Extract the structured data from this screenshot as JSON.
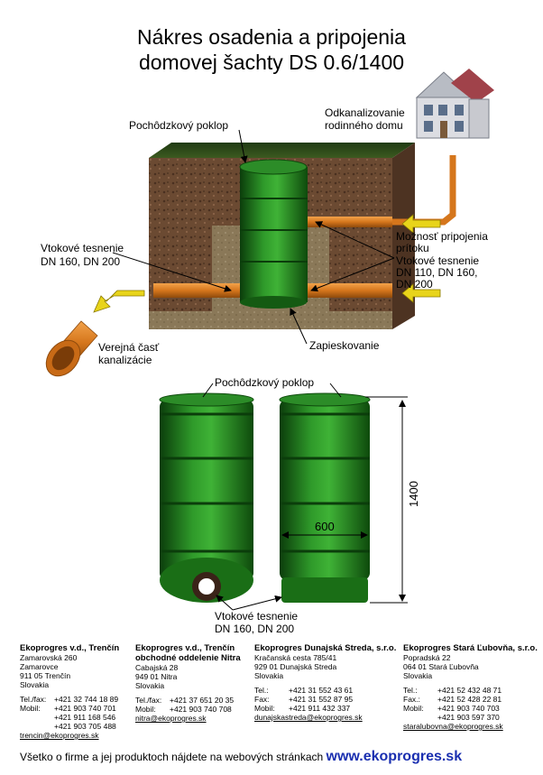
{
  "title": {
    "line1": "Nákres osadenia a pripojenia",
    "line2": "domovej šachty DS 0.6/1400"
  },
  "labels": {
    "cover_top": "Pochôdzkový poklop",
    "house": [
      "Odkanalizovanie",
      "rodinného domu"
    ],
    "inlet_seal_left": [
      "Vtokové tesnenie",
      "DN 160, DN 200"
    ],
    "tributary": [
      "Možnosť pripojenia",
      "prítoku"
    ],
    "inlet_seal_right": [
      "Vtokové tesnenie",
      "DN 110, DN 160,",
      "DN 200"
    ],
    "public_sewer": [
      "Verejná časť",
      "kanalizácie"
    ],
    "backfill": "Zapieskovanie",
    "cover_bottom": "Pochôdzkový poklop",
    "inlet_seal_bottom": [
      "Vtokové tesnenie",
      "DN 160, DN 200"
    ],
    "dim_width": "600",
    "dim_height": "1400"
  },
  "offices": [
    {
      "name": "Ekoprogres v.d., Trenčín",
      "address": [
        "Zamarovská 260",
        "Zamarovce",
        "911 05 Trenčín",
        "Slovakia"
      ],
      "contacts": [
        {
          "k": "Tel./fax:",
          "v": "+421 32 744 18 89"
        },
        {
          "k": "Mobil:",
          "v": "+421 903 740 701"
        },
        {
          "k": "",
          "v": "+421 911 168 546"
        },
        {
          "k": "",
          "v": "+421 903 705 488"
        }
      ],
      "email": "trencin@ekoprogres.sk"
    },
    {
      "name": "Ekoprogres v.d., Trenčín",
      "name2": "obchodné oddelenie Nitra",
      "address": [
        "Cabajská 28",
        "949 01 Nitra",
        "Slovakia"
      ],
      "contacts": [
        {
          "k": "Tel./fax:",
          "v": "+421 37 651 20 35"
        },
        {
          "k": "Mobil:",
          "v": "+421 903 740 708"
        }
      ],
      "email": "nitra@ekoprogres.sk"
    },
    {
      "name": "Ekoprogres Dunajská Streda, s.r.o.",
      "address": [
        "Kračanská cesta 785/41",
        "929 01 Dunajská Streda",
        "Slovakia"
      ],
      "contacts": [
        {
          "k": "Tel.:",
          "v": "+421 31 552 43 61"
        },
        {
          "k": "Fax:",
          "v": "+421 31 552 87 95"
        },
        {
          "k": "Mobil:",
          "v": "+421 911 432 337"
        }
      ],
      "email": "dunajskastreda@ekoprogres.sk"
    },
    {
      "name": "Ekoprogres Stará Ľubovňa, s.r.o.",
      "address": [
        "Popradská 22",
        "064 01 Stará Ľubovňa",
        "Slovakia"
      ],
      "contacts": [
        {
          "k": "Tel.:",
          "v": "+421 52 432 48 71"
        },
        {
          "k": "Fax.:",
          "v": "+421 52 428 22 81"
        },
        {
          "k": "Mobil:",
          "v": "+421 903 740 703"
        },
        {
          "k": "",
          "v": "+421 903 597 370"
        }
      ],
      "email": "staralubovna@ekoprogres.sk"
    }
  ],
  "footer": {
    "text": "Všetko o firme a jej produktoch nájdete na webových stránkach",
    "url": "www.ekoprogres.sk"
  }
}
